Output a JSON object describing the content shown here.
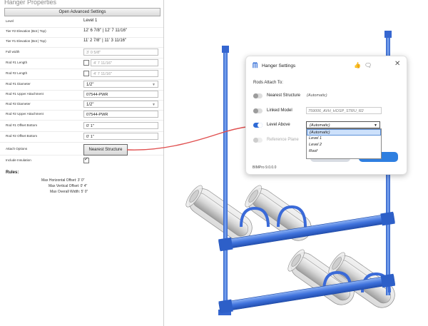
{
  "panel": {
    "title": "Hanger Properties",
    "advanced_button": "Open Advanced Settings",
    "rows": [
      {
        "label": "Level",
        "value": "Level 1"
      },
      {
        "label": "Tier #2 Elevation (Bot | Top)",
        "value": "12'  6 7/8\" | 12'  7 11/16\""
      },
      {
        "label": "Tier #1 Elevation (Bot | Top)",
        "value": "11'  2 7/8\" | 11'  3 11/16\""
      },
      {
        "label": "Full width",
        "value": "3'  0 5/8\""
      },
      {
        "label": "Rod #1  Length",
        "value": "4'  7 11/16\""
      },
      {
        "label": "Rod #2  Length",
        "value": "4'  7 11/16\""
      },
      {
        "label": "Rod #1  Diameter",
        "value": "1/2\""
      },
      {
        "label": "Rod #1  Upper Attachment",
        "value": "07544-PWR"
      },
      {
        "label": "Rod #2  Diameter",
        "value": "1/2\""
      },
      {
        "label": "Rod #2  Upper Attachment",
        "value": "07544-PWR"
      },
      {
        "label": "Rod #1  Offset Bottom",
        "value": "0'  1\""
      },
      {
        "label": "Rod #2  Offset Bottom",
        "value": "0'  1\""
      },
      {
        "label": "Attach Options",
        "value": "Nearest Structure"
      },
      {
        "label": "Include Insulation",
        "value": ""
      }
    ],
    "rules_title": "Rules:",
    "rules": [
      "Max Horizontal Offset:  3'  0\"",
      "Max Vertical Offset:  0'  4\"",
      "Max Overall Width:  5'  0\""
    ]
  },
  "dialog": {
    "title": "Hanger Settings",
    "rods_attach_to": "Rods Attach To:",
    "options": [
      {
        "label": "Nearest Structure",
        "value": "(Automatic)",
        "on": false
      },
      {
        "label": "Linked Model",
        "value": "759006_AVH_HOSP_STRU_R2",
        "on": false
      },
      {
        "label": "Level Above",
        "value": "(Automatic)",
        "on": true
      },
      {
        "label": "Reference Plane",
        "value": "",
        "on": false
      }
    ],
    "level_options": [
      "(Automatic)",
      "Level 1",
      "Level 2",
      "Roof"
    ],
    "version": "BIMPro 9.0.0.0"
  },
  "colors": {
    "accent": "#2f7fe0",
    "rod_blue": "#4f83e6",
    "arrow_red": "#e04f4f"
  }
}
